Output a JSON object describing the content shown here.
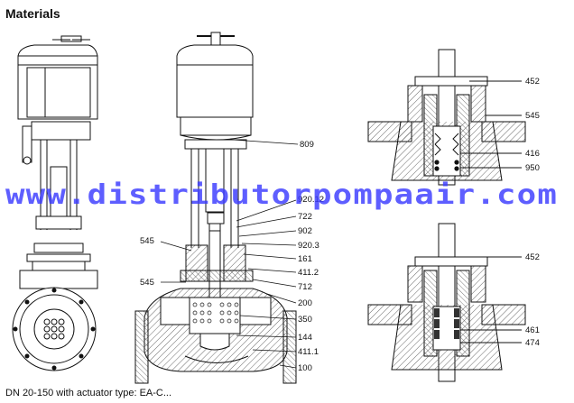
{
  "page": {
    "title": "Materials",
    "caption": "DN 20-150 with actuator type: EA-C..."
  },
  "watermark": "www.distributorpompaair.com",
  "callouts": {
    "main": [
      "809",
      "920.12",
      "722",
      "902",
      "920.3",
      "161",
      "411.2",
      "712",
      "200",
      "350",
      "144",
      "411.1",
      "100",
      "545",
      "545"
    ],
    "detail_top": [
      "452",
      "545",
      "416",
      "950"
    ],
    "detail_bottom": [
      "452",
      "461",
      "474"
    ]
  },
  "colors": {
    "line": "#111111",
    "actuator_body": "#ffffff",
    "actuator_dark": "#2a2a2a",
    "hatch": "#444444",
    "watermark": "#3a3aff"
  }
}
